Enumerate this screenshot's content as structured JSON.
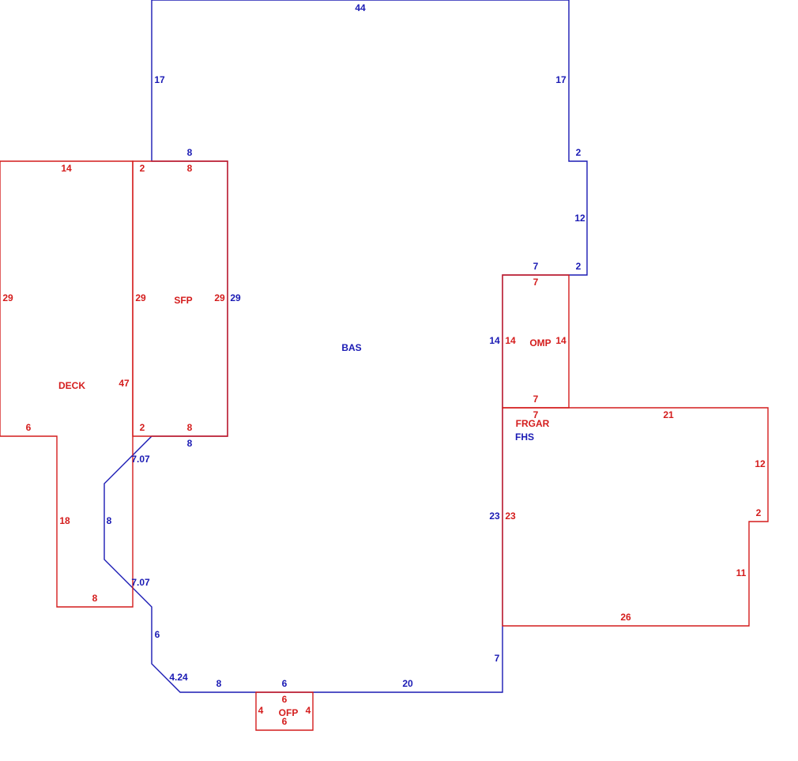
{
  "colors": {
    "blue": "#1a1ab4",
    "red": "#d41c1c"
  },
  "areas": {
    "bas": "BAS",
    "sfp": "SFP",
    "deck": "DECK",
    "omp": "OMP",
    "frgar": "FRGAR",
    "fhs": "FHS",
    "ofp": "OFP"
  },
  "dimensions": {
    "bas": [
      "44",
      "17",
      "17",
      "2",
      "12",
      "2",
      "7",
      "14",
      "23",
      "7",
      "20",
      "6",
      "8",
      "4.24",
      "6",
      "7.07",
      "8",
      "7.07",
      "8",
      "29",
      "8"
    ],
    "sfp": [
      "8",
      "29",
      "8",
      "29"
    ],
    "deck": [
      "14",
      "2",
      "29",
      "29",
      "47",
      "2",
      "6",
      "18",
      "8"
    ],
    "omp": [
      "7",
      "14",
      "7",
      "14"
    ],
    "frgar": [
      "7",
      "21",
      "12",
      "2",
      "11",
      "26",
      "23"
    ],
    "ofp": [
      "6",
      "4",
      "4",
      "6"
    ]
  }
}
